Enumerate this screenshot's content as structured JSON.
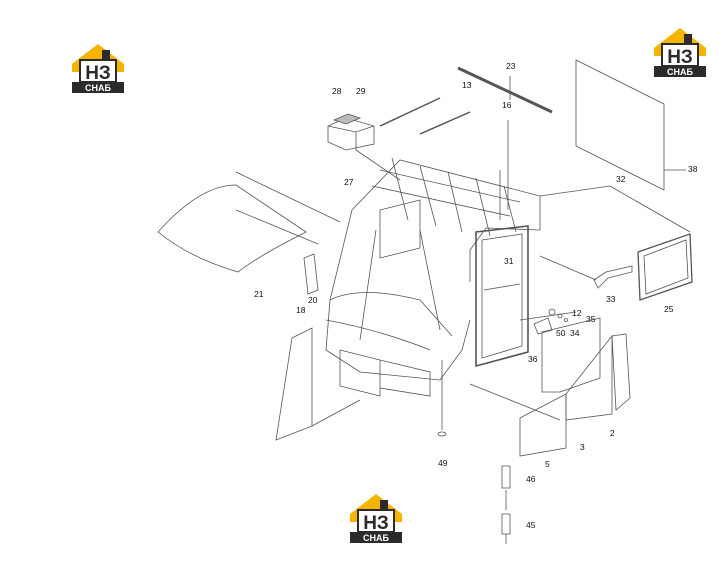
{
  "logo": {
    "mark": "НЗ",
    "word": "СНАБ",
    "colors": {
      "roof": "#f5b400",
      "dark": "#2b2b2b",
      "mark_bg": "#ffffff"
    }
  },
  "diagram": {
    "line_color": "#555555",
    "label_color": "#111111",
    "parts": [
      {
        "id": "p21",
        "label": "21"
      },
      {
        "id": "p20",
        "label": "20"
      },
      {
        "id": "p18",
        "label": "18"
      },
      {
        "id": "p28",
        "label": "28"
      },
      {
        "id": "p29",
        "label": "29"
      },
      {
        "id": "p27",
        "label": "27"
      },
      {
        "id": "p13",
        "label": "13"
      },
      {
        "id": "p23",
        "label": "23"
      },
      {
        "id": "p16",
        "label": "16"
      },
      {
        "id": "p31",
        "label": "31"
      },
      {
        "id": "p38",
        "label": "38"
      },
      {
        "id": "p32",
        "label": "32"
      },
      {
        "id": "p33",
        "label": "33"
      },
      {
        "id": "p25",
        "label": "25"
      },
      {
        "id": "p12",
        "label": "12"
      },
      {
        "id": "p35",
        "label": "35"
      },
      {
        "id": "p50",
        "label": "50"
      },
      {
        "id": "p34",
        "label": "34"
      },
      {
        "id": "p36",
        "label": "36"
      },
      {
        "id": "p5",
        "label": "5"
      },
      {
        "id": "p3",
        "label": "3"
      },
      {
        "id": "p2",
        "label": "2"
      },
      {
        "id": "p49",
        "label": "49"
      },
      {
        "id": "p46",
        "label": "46"
      },
      {
        "id": "p45",
        "label": "45"
      }
    ]
  }
}
